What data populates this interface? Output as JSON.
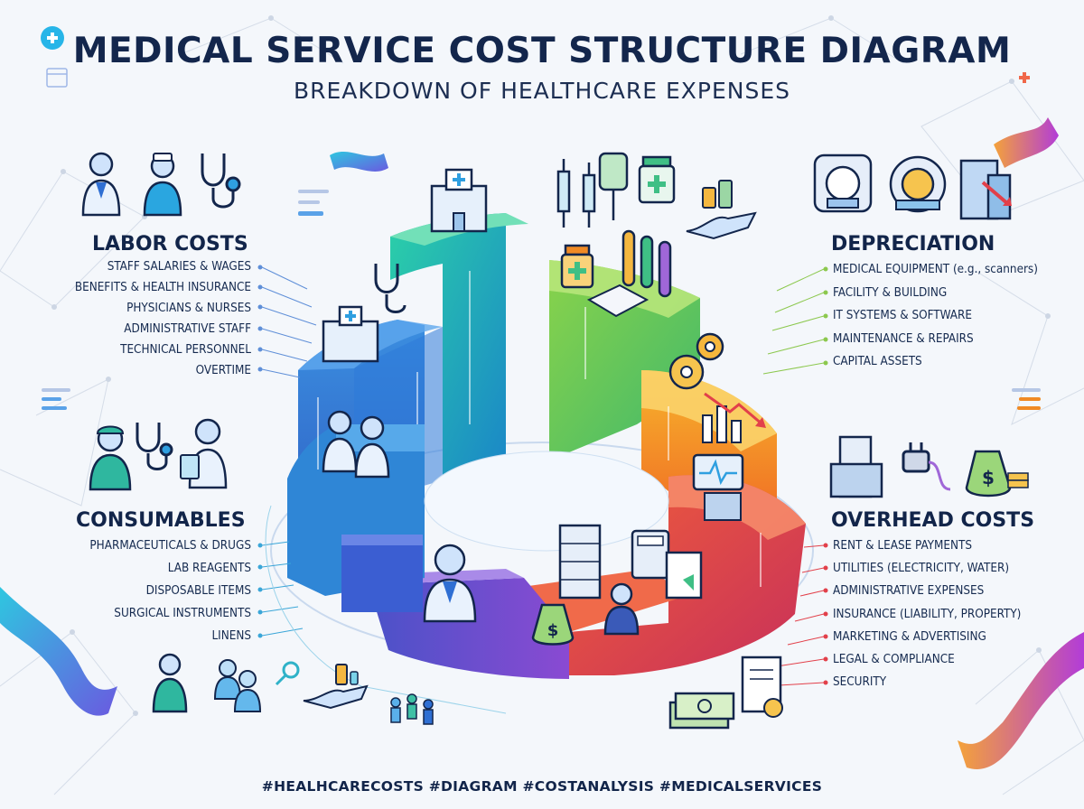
{
  "header": {
    "title": "MEDICAL SERVICE COST STRUCTURE DIAGRAM",
    "subtitle": "BREAKDOWN OF HEALTHCARE EXPENSES"
  },
  "sections": {
    "labor": {
      "heading": "LABOR COSTS",
      "color": "#1e6fd1",
      "items": [
        "STAFF SALARIES & WAGES",
        "BENEFITS & HEALTH INSURANCE",
        "PHYSICIANS & NURSES",
        "ADMINISTRATIVE STAFF",
        "TECHNICAL PERSONNEL",
        "OVERTIME"
      ]
    },
    "consumables": {
      "heading": "CONSUMABLES",
      "color": "#2a9fd6",
      "items": [
        "PHARMACEUTICALS & DRUGS",
        "LAB REAGENTS",
        "DISPOSABLE ITEMS",
        "SURGICAL INSTRUMENTS",
        "LINENS"
      ]
    },
    "depreciation": {
      "heading": "DEPRECIATION",
      "color": "#7cc84a",
      "items": [
        "MEDICAL EQUIPMENT (e.g., scanners)",
        "FACILITY & BUILDING",
        "IT SYSTEMS & SOFTWARE",
        "MAINTENANCE & REPAIRS",
        "CAPITAL ASSETS"
      ]
    },
    "overhead": {
      "heading": "OVERHEAD COSTS",
      "color": "#e2404a",
      "items": [
        "RENT & LEASE PAYMENTS",
        "UTILITIES (ELECTRICITY, WATER)",
        "ADMINISTRATIVE EXPENSES",
        "INSURANCE (LIABILITY, PROPERTY)",
        "MARKETING & ADVERTISING",
        "LEGAL & COMPLIANCE",
        "SECURITY"
      ]
    }
  },
  "footer": {
    "hashtags": "#HEALHCARECOSTS #DIAGRAM #COSTANALYSIS #MEDICALSERVICES"
  },
  "colors": {
    "blue": "#2f6fd3",
    "teal": "#1fb7b0",
    "green": "#5fc24f",
    "yellow": "#f2c12e",
    "orange": "#f08a24",
    "red": "#e2404a",
    "purple": "#7b4bd0",
    "navy": "#12254a"
  },
  "icons": [
    "plus-icon",
    "calendar-icon",
    "doctor-icon",
    "nurse-icon",
    "stethoscope-icon",
    "mri-scanner-icon",
    "ct-scanner-icon",
    "building-depreciation-icon",
    "hospital-icon",
    "syringe-icon",
    "iv-bag-icon",
    "pill-bottle-icon",
    "test-tubes-icon",
    "gear-icon",
    "declining-chart-icon",
    "ecg-monitor-icon",
    "office-building-icon",
    "power-plug-icon",
    "money-bag-icon",
    "calculator-icon",
    "document-icon",
    "cash-stack-icon",
    "contract-icon",
    "surgeon-icon",
    "clipboard-icon",
    "patients-group-icon",
    "hand-medicine-icon"
  ]
}
